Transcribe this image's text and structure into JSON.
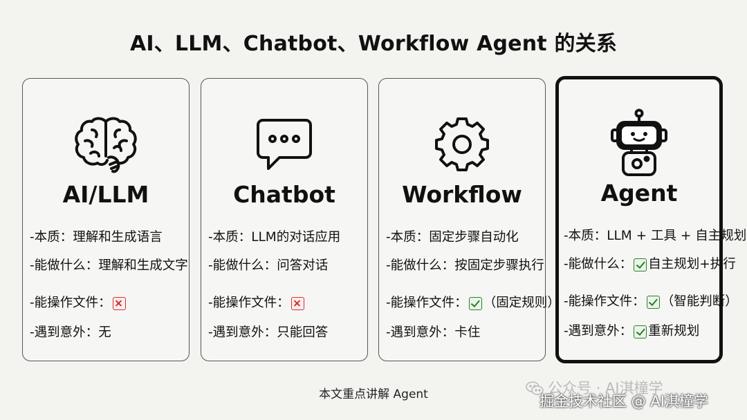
{
  "title": "AI、LLM、Chatbot、Workflow Agent 的关系",
  "cards": [
    {
      "icon": "brain-icon",
      "name": "AI/LLM",
      "lines": [
        {
          "label": "-本质：",
          "mark": "",
          "value": "理解和生成语言"
        },
        {
          "label": "-能做什么：",
          "mark": "",
          "value": "理解和生成文字"
        },
        {
          "label": "-能操作文件：",
          "mark": "cross",
          "value": ""
        },
        {
          "label": "-遇到意外：",
          "mark": "",
          "value": "无"
        }
      ]
    },
    {
      "icon": "chat-bubble-icon",
      "name": "Chatbot",
      "lines": [
        {
          "label": "-本质：",
          "mark": "",
          "value": "LLM的对话应用"
        },
        {
          "label": "-能做什么：",
          "mark": "",
          "value": "问答对话"
        },
        {
          "label": "-能操作文件：",
          "mark": "cross",
          "value": ""
        },
        {
          "label": "-遇到意外：",
          "mark": "",
          "value": "只能回答"
        }
      ]
    },
    {
      "icon": "gear-icon",
      "name": "Workflow",
      "lines": [
        {
          "label": "-本质：",
          "mark": "",
          "value": "固定步骤自动化"
        },
        {
          "label": "-能做什么：",
          "mark": "",
          "value": "按固定步骤执行"
        },
        {
          "label": "-能操作文件：",
          "mark": "check",
          "value": "（固定规则）"
        },
        {
          "label": "-遇到意外：",
          "mark": "",
          "value": "卡住"
        }
      ]
    },
    {
      "icon": "robot-icon",
      "name": "Agent",
      "lines": [
        {
          "label": "-本质：",
          "mark": "",
          "value": "LLM + 工具 + 自主规划"
        },
        {
          "label": "-能做什么：",
          "mark": "check",
          "value": "自主规划+执行"
        },
        {
          "label": "-能操作文件：",
          "mark": "check",
          "value": "（智能判断）"
        },
        {
          "label": "-遇到意外：",
          "mark": "check",
          "value": "重新规划"
        }
      ]
    }
  ],
  "footer": "本文重点讲解 Agent",
  "watermark": "公众号 · AI淇橦学",
  "credit": "掘金技术社区 @ AI淇橦学",
  "colors": {
    "background": "#f3f3f0",
    "border": "#555555",
    "highlight_border": "#111111",
    "cross": "#d3312f",
    "check": "#2e7d32"
  }
}
